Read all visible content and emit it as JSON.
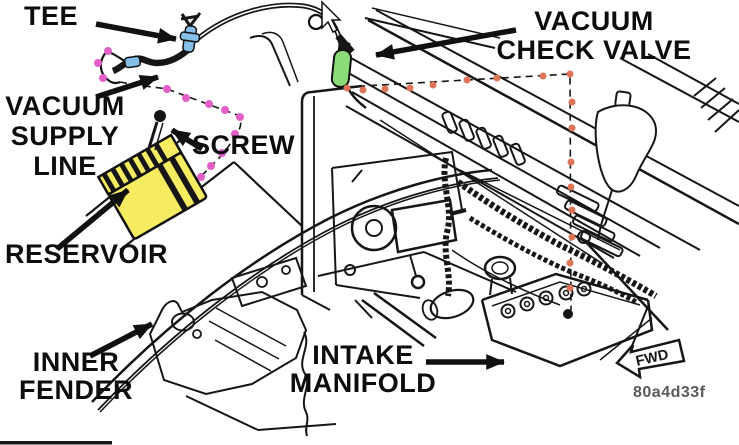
{
  "figure": {
    "code": "80a4d33f",
    "fwd_badge": "FWD"
  },
  "labels": {
    "tee": {
      "text": "TEE"
    },
    "vacuum_check_valve": {
      "line1": "VACUUM",
      "line2": "CHECK VALVE"
    },
    "vacuum_supply_line": {
      "line1": "VACUUM",
      "line2": "SUPPLY",
      "line3": "LINE"
    },
    "screw": {
      "text": "SCREW"
    },
    "reservoir": {
      "text": "RESERVOIR"
    },
    "inner_fender": {
      "line1": "INNER",
      "line2": "FENDER"
    },
    "intake_manifold": {
      "line1": "INTAKE",
      "line2": "MANIFOLD"
    }
  },
  "colors": {
    "line_art": "#161616",
    "supply_line_dots": "#e25fc8",
    "check_valve_route_dots": "#dd7457",
    "reservoir_fill": "#f6ec62",
    "tee_fitting_fill": "#85c0e8",
    "inline_fitting_fill": "#85c0e8",
    "check_valve_fill": "#8bdc78",
    "figure_code_color": "#5a5a5a"
  }
}
